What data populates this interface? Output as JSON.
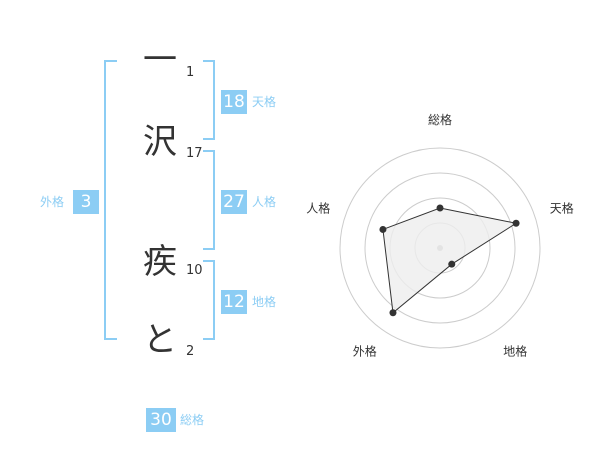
{
  "name_chars": [
    {
      "char": "一",
      "strokes": "1"
    },
    {
      "char": "沢",
      "strokes": "17"
    },
    {
      "char": "疾",
      "strokes": "10"
    },
    {
      "char": "と",
      "strokes": "2"
    }
  ],
  "fortunes": {
    "tenkaku": {
      "value": "18",
      "label": "天格"
    },
    "jinkaku": {
      "value": "27",
      "label": "人格"
    },
    "chikaku": {
      "value": "12",
      "label": "地格"
    },
    "gaikaku": {
      "value": "3",
      "label": "外格"
    },
    "soukaku": {
      "value": "30",
      "label": "総格"
    }
  },
  "colors": {
    "accent": "#8ccdf4",
    "text": "#333333",
    "grid": "#cccccc",
    "fill": "#eeeeee"
  },
  "chart_data": {
    "type": "radar",
    "categories": [
      "総格",
      "天格",
      "地格",
      "外格",
      "人格"
    ],
    "values": [
      2,
      4,
      1,
      4,
      3
    ],
    "rmax": 5,
    "rings": 4
  }
}
